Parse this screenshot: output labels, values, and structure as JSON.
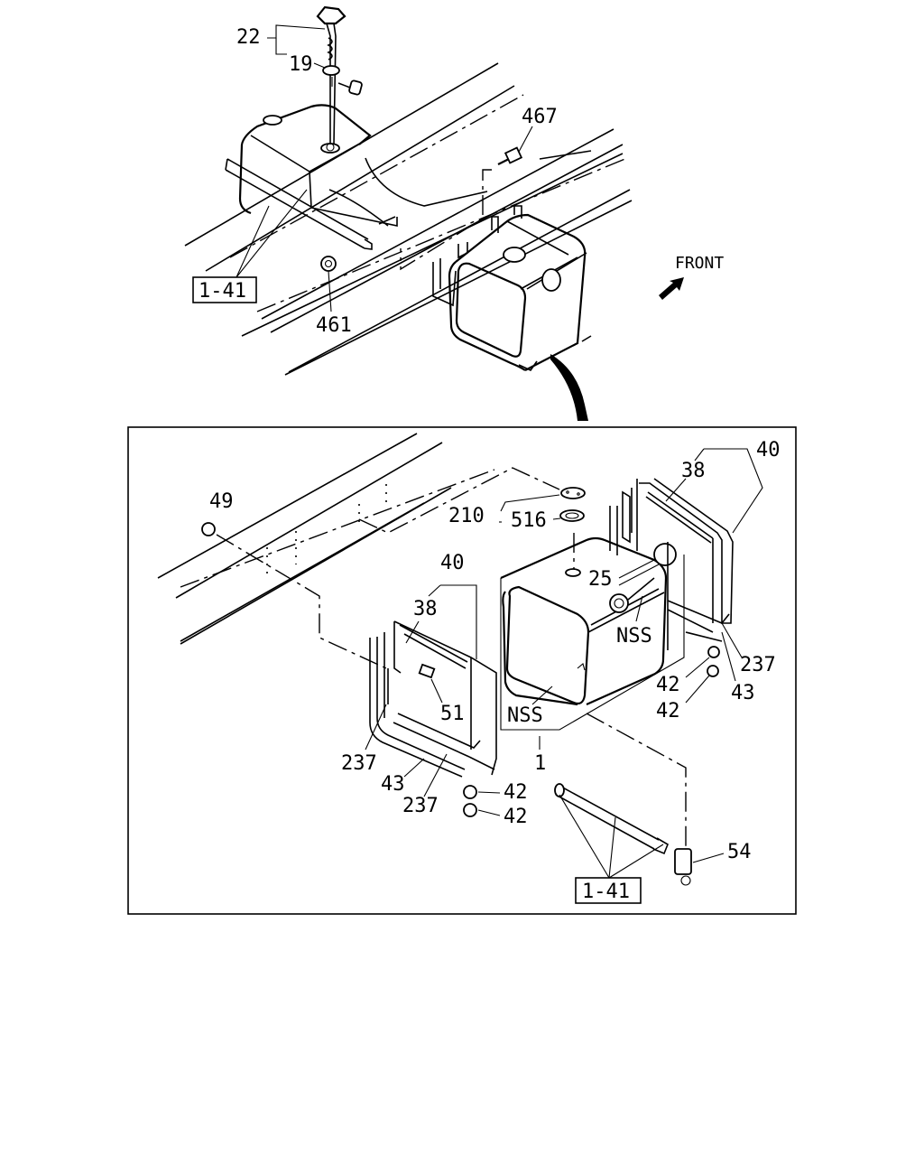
{
  "callouts": {
    "c22": "22",
    "c19": "19",
    "c467": "467",
    "c461": "461",
    "c141_top": "1-41",
    "front": "FRONT",
    "c40_right": "40",
    "c38_right": "38",
    "c49": "49",
    "c210": "210",
    "c516": "516",
    "c25": "25",
    "nss_right": "NSS",
    "c237_right": "237",
    "c42_right_a": "42",
    "c43_right": "43",
    "c42_right_b": "42",
    "c40_left": "40",
    "c38_left": "38",
    "c51": "51",
    "nss_left": "NSS",
    "c237_left_a": "237",
    "c43_left": "43",
    "c237_left_b": "237",
    "c42_left_a": "42",
    "c42_left_b": "42",
    "c1": "1",
    "c54": "54",
    "c141_bottom": "1-41"
  }
}
